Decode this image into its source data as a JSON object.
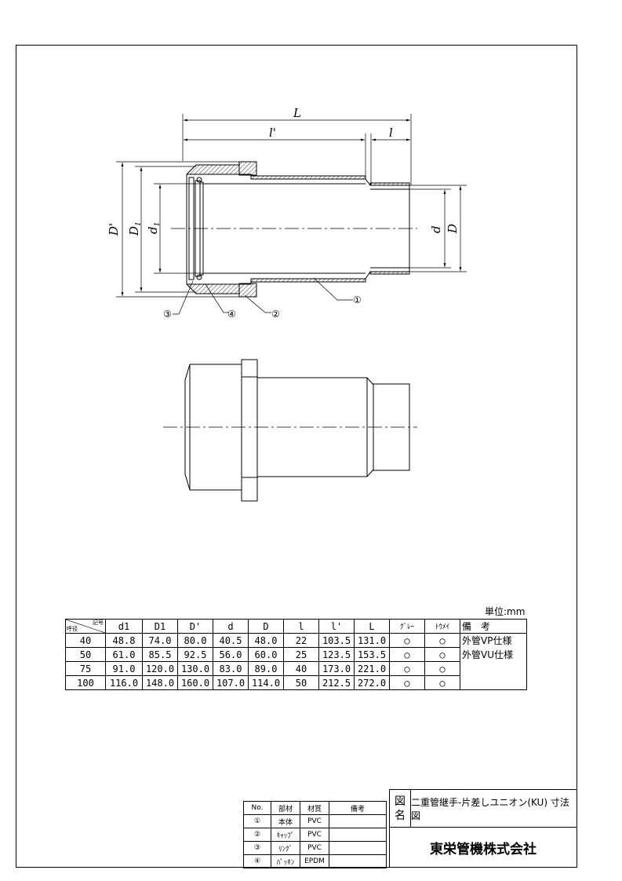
{
  "drawing": {
    "dim_labels": {
      "L": "L",
      "l_prime": "l'",
      "l": "l",
      "D_prime": "D'",
      "D1": "D",
      "D1_sub": "1",
      "d1": "d",
      "d1_sub": "1",
      "d": "d",
      "D": "D"
    },
    "balloons": [
      "①",
      "②",
      "③",
      "④"
    ]
  },
  "spec_table": {
    "unit_label": "単位:mm",
    "corner_top": "記号",
    "corner_bottom": "呼径",
    "headers": [
      "d1",
      "D1",
      "D'",
      "d",
      "D",
      "l",
      "l'",
      "L",
      "ｸﾞﾚｰ",
      "ﾄｳﾒｲ",
      "備　考"
    ],
    "rows": [
      {
        "size": "40",
        "cells": [
          "48.8",
          "74.0",
          "80.0",
          "40.5",
          "48.0",
          "22",
          "103.5",
          "131.0",
          "○",
          "○"
        ]
      },
      {
        "size": "50",
        "cells": [
          "61.0",
          "85.5",
          "92.5",
          "56.0",
          "60.0",
          "25",
          "123.5",
          "153.5",
          "○",
          "○"
        ]
      },
      {
        "size": "75",
        "cells": [
          "91.0",
          "120.0",
          "130.0",
          "83.0",
          "89.0",
          "40",
          "173.0",
          "221.0",
          "○",
          "○"
        ]
      },
      {
        "size": "100",
        "cells": [
          "116.0",
          "148.0",
          "160.0",
          "107.0",
          "114.0",
          "50",
          "212.5",
          "272.0",
          "○",
          "○"
        ]
      }
    ],
    "remarks": [
      "外管VP仕様",
      "外管VU仕様"
    ]
  },
  "parts_table": {
    "headers": [
      "No.",
      "部材",
      "材質",
      "備考"
    ],
    "rows": [
      {
        "no": "①",
        "part": "本体",
        "material": "PVC"
      },
      {
        "no": "②",
        "part": "ｷｬｯﾌﾟ",
        "material": "PVC"
      },
      {
        "no": "③",
        "part": "ﾘﾝｸﾞ",
        "material": "PVC"
      },
      {
        "no": "④",
        "part": "ﾊﾟｯｷﾝ",
        "material": "EPDM"
      }
    ]
  },
  "title_block": {
    "label": "図名",
    "label_top": "図",
    "label_bottom": "名",
    "title": "二重管継手-片差しユニオン(KU) 寸法図",
    "company": "東栄管機株式会社"
  }
}
